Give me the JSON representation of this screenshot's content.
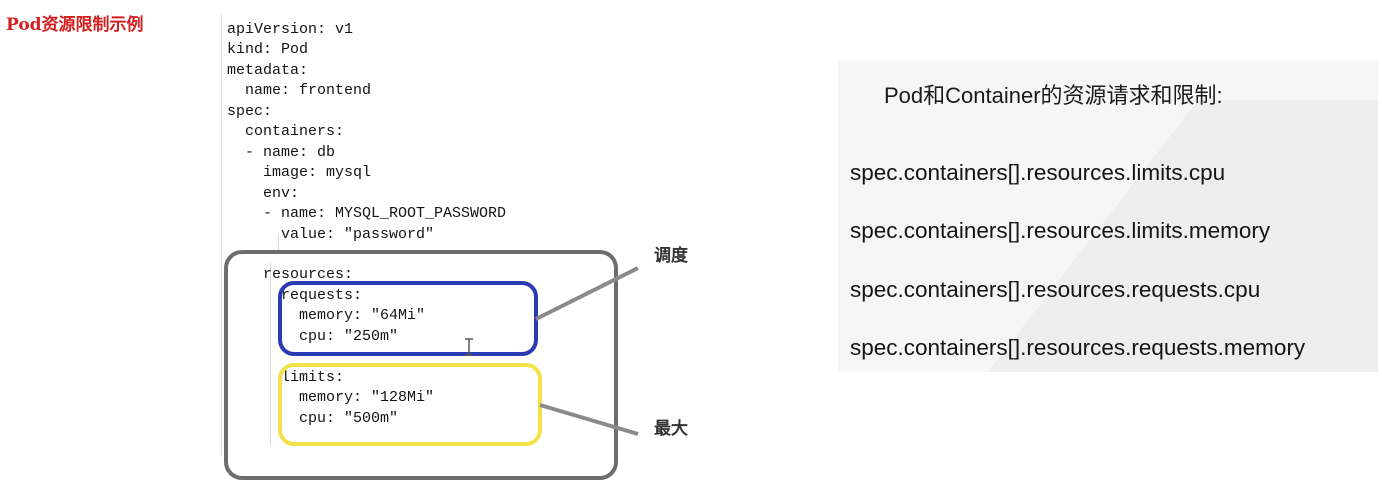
{
  "slide_title": "Pod资源限制示例",
  "code_lines": [
    "apiVersion: v1",
    "kind: Pod",
    "metadata:",
    "  name: frontend",
    "spec:",
    "  containers:",
    "  - name: db",
    "    image: mysql",
    "    env:",
    "    - name: MYSQL_ROOT_PASSWORD",
    "      value: \"password\"",
    "",
    "    resources:",
    "      requests:",
    "        memory: \"64Mi\"",
    "        cpu: \"250m\"",
    "",
    "      limits:",
    "        memory: \"128Mi\"",
    "        cpu: \"500m\""
  ],
  "annotations": {
    "requests_label": "调度",
    "limits_label": "最大"
  },
  "right_panel": {
    "title": "Pod和Container的资源请求和限制:",
    "items": [
      "spec.containers[].resources.limits.cpu",
      "spec.containers[].resources.limits.memory",
      "spec.containers[].resources.requests.cpu",
      "spec.containers[].resources.requests.memory"
    ]
  },
  "colors": {
    "title_red": "#d32020",
    "outer_box_gray": "#6d6d6d",
    "requests_box_blue": "#2b3ab5",
    "limits_box_yellow": "#f2e24a",
    "panel_bg": "#f6f6f6"
  }
}
